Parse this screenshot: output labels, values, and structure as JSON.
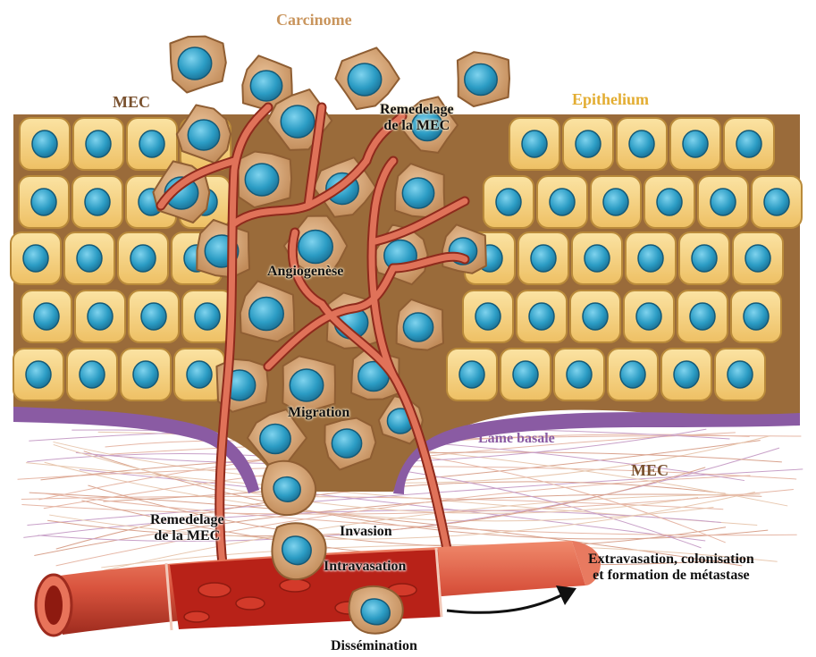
{
  "labels": {
    "carcinome": "Carcinome",
    "mec_top": "MEC",
    "epithelium": "Epithelium",
    "remodelage_top_line1": "Remedelage",
    "remodelage_top_line2": "de la MEC",
    "angiogenese": "Angiogenèse",
    "migration": "Migration",
    "lame_basale": "Lame basale",
    "mec_right": "MEC",
    "remodelage_bottom_line1": "Remedelage",
    "remodelage_bottom_line2": "de la MEC",
    "invasion": "Invasion",
    "intravasation": "Intravasation",
    "extravasation_line1": "Extravasation, colonisation",
    "extravasation_line2": "et formation de métastase",
    "dissemination": "Dissémination"
  },
  "colors": {
    "epithelial_cell": "#f6d37f",
    "cell_nucleus": "#2b9cc4",
    "tumor_cell": "#d9a878",
    "tumor_nucleus": "#2e8fb5",
    "stroma": "#9a6b3a",
    "basal_lamina": "#8a5ba3",
    "vessel": "#d9543e",
    "blood": "#b82218"
  }
}
